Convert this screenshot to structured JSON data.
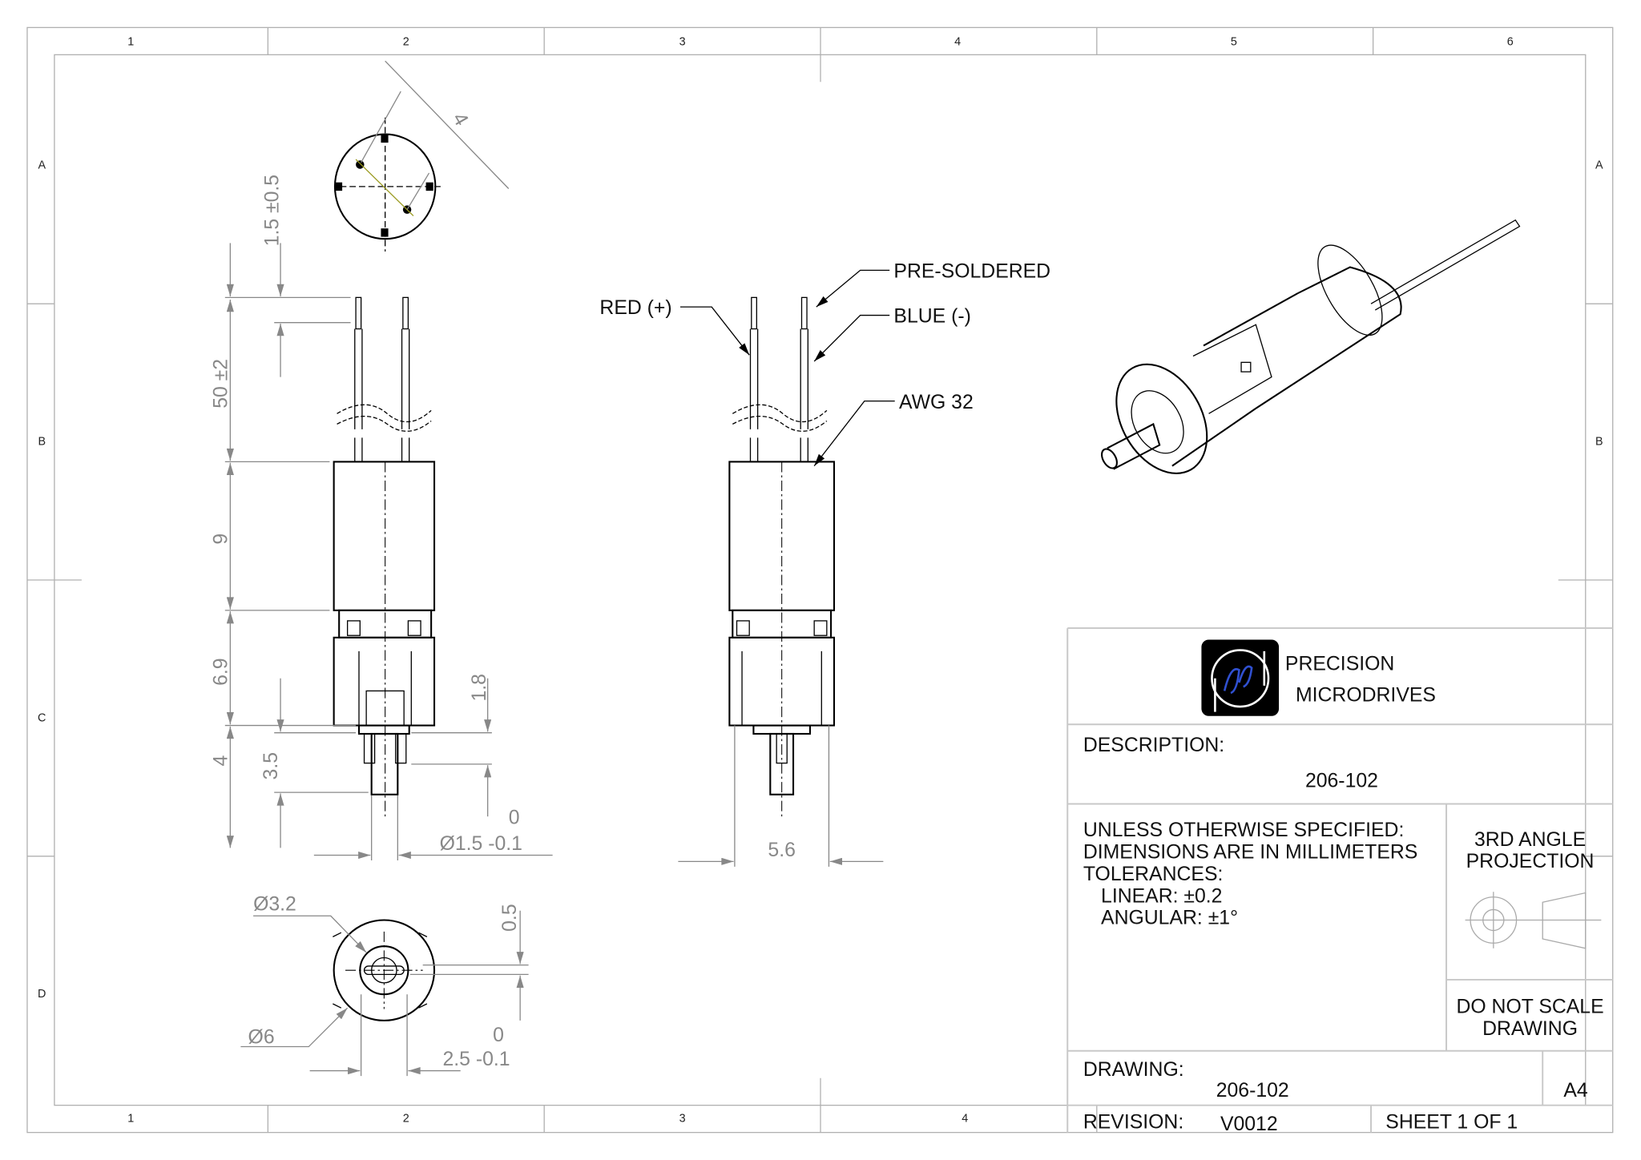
{
  "zones": {
    "columns": [
      "1",
      "2",
      "3",
      "4",
      "5",
      "6"
    ],
    "rows": [
      "A",
      "B",
      "C",
      "D"
    ]
  },
  "dimensions": {
    "pin_spacing": "4",
    "strip_length": "1.5 ±0.5",
    "lead_length": "50 ±2",
    "body_length": "9",
    "gearbox_length": "6.9",
    "shaft_length": "4",
    "shaft_flat": "3.5",
    "flat_depth": "1.8",
    "shaft_dia_upper": "0",
    "shaft_dia": "Ø1.5 -0.1",
    "width": "5.6",
    "boss_dia": "Ø3.2",
    "body_dia": "Ø6",
    "offset": "0.5",
    "boss_tol_upper": "0",
    "boss_len": "2.5 -0.1"
  },
  "notes": {
    "pre_soldered": "PRE-SOLDERED",
    "red": "RED (+)",
    "blue": "BLUE (-)",
    "awg": "AWG 32"
  },
  "title_block": {
    "company_line1": "PRECISION",
    "company_line2": "MICRODRIVES",
    "logo_text": "pm",
    "description_label": "DESCRIPTION:",
    "description": "206-102",
    "spec_lines": [
      "UNLESS OTHERWISE SPECIFIED:",
      "DIMENSIONS ARE IN MILLIMETERS",
      "TOLERANCES:",
      "LINEAR: ±0.2",
      "ANGULAR: ±1°"
    ],
    "projection_line1": "3RD ANGLE",
    "projection_line2": "PROJECTION",
    "no_scale_line1": "DO NOT SCALE",
    "no_scale_line2": "DRAWING",
    "drawing_label": "DRAWING:",
    "drawing": "206-102",
    "size": "A4",
    "revision_label": "REVISION:",
    "revision": "V0012",
    "sheet": "SHEET 1 OF 1"
  }
}
